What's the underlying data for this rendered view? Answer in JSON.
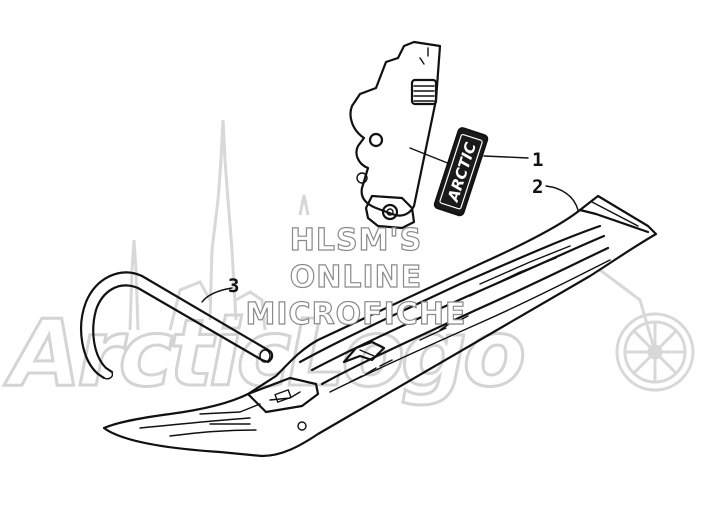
{
  "watermark": {
    "line1": "HLSM'S",
    "line2": "ONLINE",
    "line3": "MICROFICHE",
    "brand": "ArcticLogo"
  },
  "callouts": {
    "decal": "1",
    "ski": "2",
    "handle": "3"
  },
  "decal_text": "ARCTIC",
  "icons": {
    "spindle": "ski-spindle-bracket",
    "decal": "ski-decal",
    "ski": "snowmobile-ski",
    "handle": "ski-loop-handle"
  },
  "colors": {
    "ink": "#111111",
    "watermark": "#d8d8d8",
    "background": "#ffffff"
  }
}
